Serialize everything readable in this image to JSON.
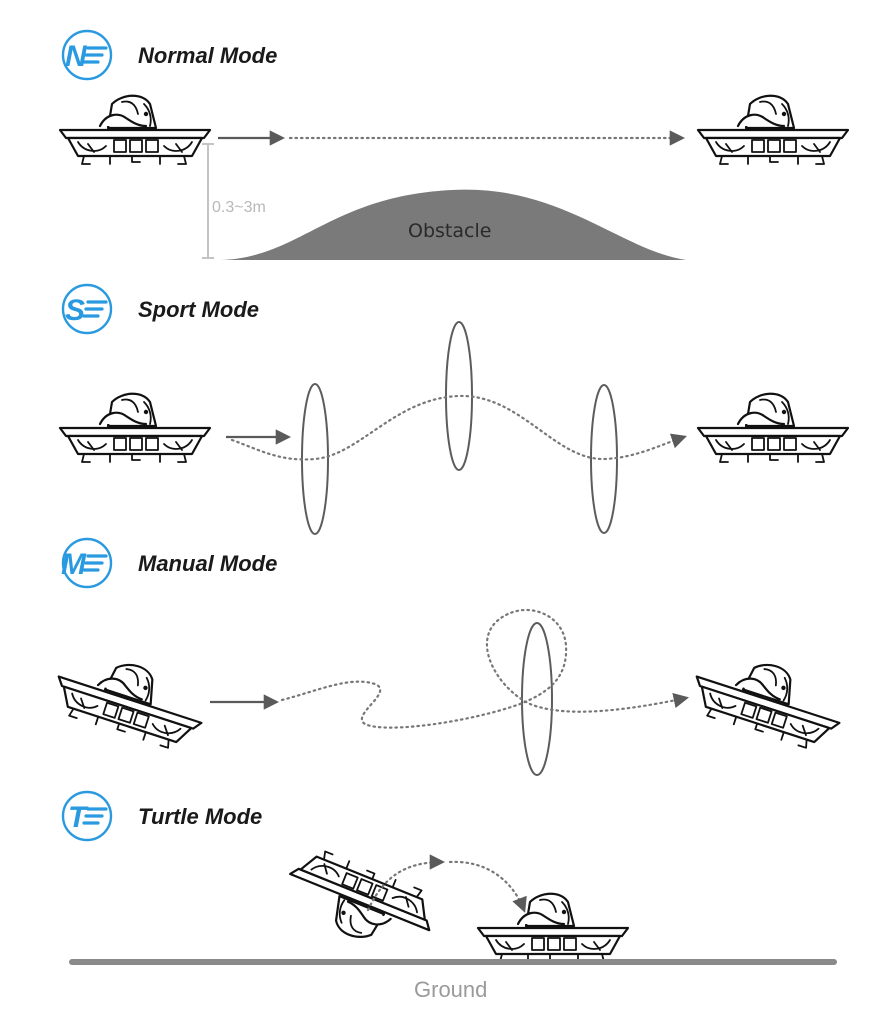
{
  "modes": [
    {
      "badge_letter": "N",
      "title": "Normal Mode",
      "badge_icon": "normal-mode-badge-icon"
    },
    {
      "badge_letter": "S",
      "title": "Sport Mode",
      "badge_icon": "sport-mode-badge-icon"
    },
    {
      "badge_letter": "M",
      "title": "Manual Mode",
      "badge_icon": "manual-mode-badge-icon"
    },
    {
      "badge_letter": "T",
      "title": "Turtle Mode",
      "badge_icon": "turtle-mode-badge-icon"
    }
  ],
  "normal": {
    "obstacle_label": "Obstacle",
    "height_label": "0.3~3m"
  },
  "turtle": {
    "ground_label": "Ground"
  },
  "colors": {
    "badge": "#2a9ae0",
    "obstacle": "#7a7a7a",
    "ground": "#8a8a8a",
    "path": "#777777"
  }
}
